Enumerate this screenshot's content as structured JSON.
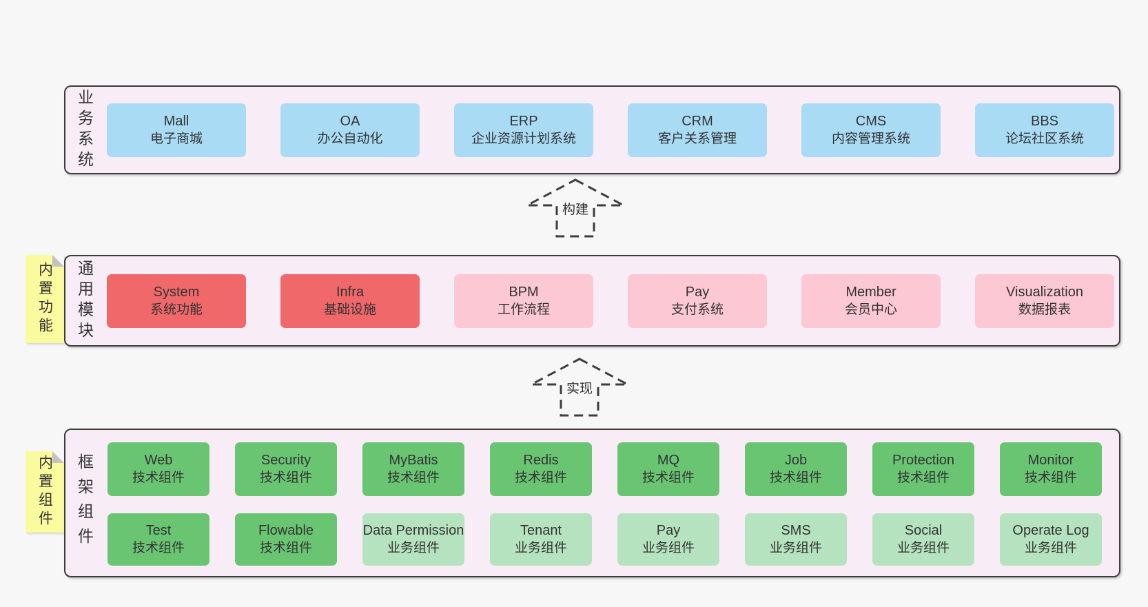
{
  "diagram": {
    "colors": {
      "page_background": "#f7f7f7",
      "container_background": "#f8edf6",
      "container_border": "#3c3c3c",
      "box_blue": "#a9dbf5",
      "box_red": "#f1686b",
      "box_pink": "#fcc8d3",
      "box_green": "#6ac573",
      "box_lightgreen": "#b6e3bf",
      "tag_yellow": "#fafa9e",
      "tag_fold_gray": "#c2c2c2",
      "text": "#333333"
    },
    "arrows": [
      {
        "label": "构建"
      },
      {
        "label": "实现"
      }
    ],
    "layers": [
      {
        "label": "业务系统",
        "boxes": [
          {
            "name": "Mall",
            "desc": "电子商城"
          },
          {
            "name": "OA",
            "desc": "办公自动化"
          },
          {
            "name": "ERP",
            "desc": "企业资源计划系统"
          },
          {
            "name": "CRM",
            "desc": "客户关系管理"
          },
          {
            "name": "CMS",
            "desc": "内容管理系统"
          },
          {
            "name": "BBS",
            "desc": "论坛社区系统"
          }
        ]
      },
      {
        "label": "通用模块",
        "tag": "内置功能",
        "boxes": [
          {
            "name": "System",
            "desc": "系统功能"
          },
          {
            "name": "Infra",
            "desc": "基础设施"
          },
          {
            "name": "BPM",
            "desc": "工作流程"
          },
          {
            "name": "Pay",
            "desc": "支付系统"
          },
          {
            "name": "Member",
            "desc": "会员中心"
          },
          {
            "name": "Visualization",
            "desc": "数据报表"
          }
        ]
      },
      {
        "label": "框架组件",
        "tag": "内置组件",
        "rows": [
          [
            {
              "name": "Web",
              "desc": "技术组件"
            },
            {
              "name": "Security",
              "desc": "技术组件"
            },
            {
              "name": "MyBatis",
              "desc": "技术组件"
            },
            {
              "name": "Redis",
              "desc": "技术组件"
            },
            {
              "name": "MQ",
              "desc": "技术组件"
            },
            {
              "name": "Job",
              "desc": "技术组件"
            },
            {
              "name": "Protection",
              "desc": "技术组件"
            },
            {
              "name": "Monitor",
              "desc": "技术组件"
            }
          ],
          [
            {
              "name": "Test",
              "desc": "技术组件"
            },
            {
              "name": "Flowable",
              "desc": "技术组件"
            },
            {
              "name": "Data Permission",
              "desc": "业务组件"
            },
            {
              "name": "Tenant",
              "desc": "业务组件"
            },
            {
              "name": "Pay",
              "desc": "业务组件"
            },
            {
              "name": "SMS",
              "desc": "业务组件"
            },
            {
              "name": "Social",
              "desc": "业务组件"
            },
            {
              "name": "Operate Log",
              "desc": "业务组件"
            }
          ]
        ]
      }
    ]
  }
}
